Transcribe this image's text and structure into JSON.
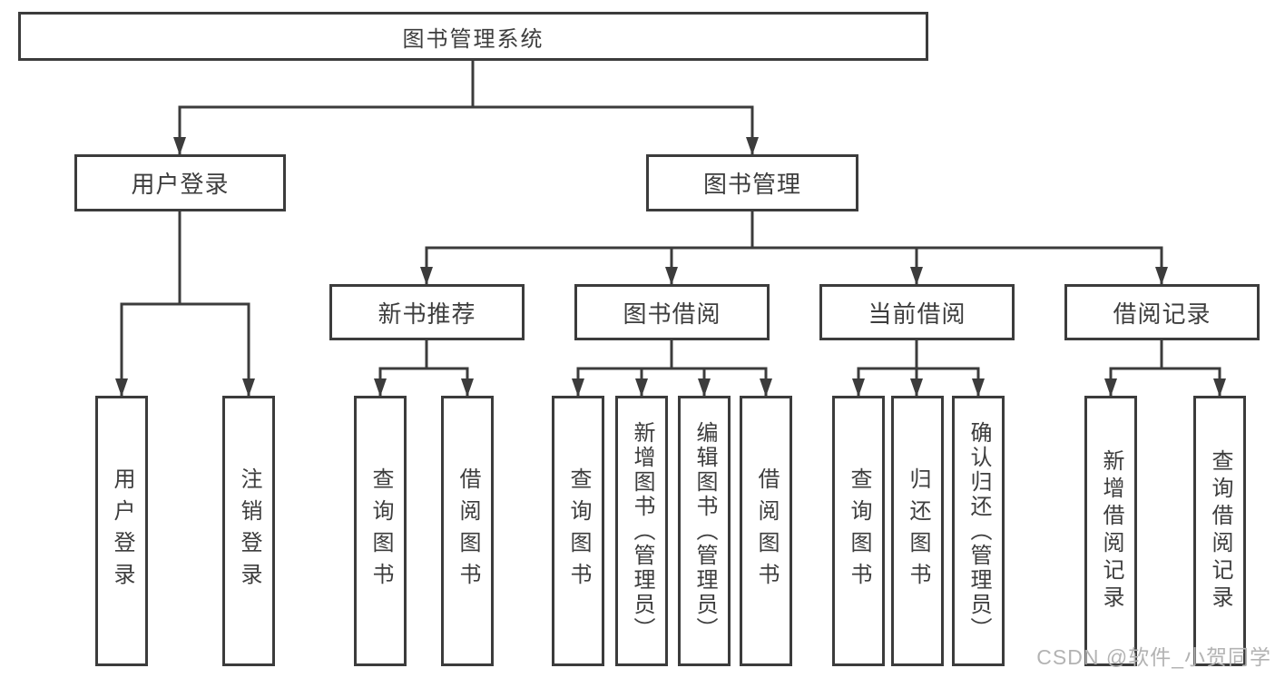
{
  "tree": {
    "root": {
      "label": "图书管理系统",
      "children": [
        {
          "label": "用户登录",
          "children": [
            {
              "label": "用户登录"
            },
            {
              "label": "注销登录"
            }
          ]
        },
        {
          "label": "图书管理",
          "children": [
            {
              "label": "新书推荐",
              "children": [
                {
                  "label": "查询图书"
                },
                {
                  "label": "借阅图书"
                }
              ]
            },
            {
              "label": "图书借阅",
              "children": [
                {
                  "label": "查询图书"
                },
                {
                  "label": "新增图书（管理员）"
                },
                {
                  "label": "编辑图书（管理员）"
                },
                {
                  "label": "借阅图书"
                }
              ]
            },
            {
              "label": "当前借阅",
              "children": [
                {
                  "label": "查询图书"
                },
                {
                  "label": "归还图书"
                },
                {
                  "label": "确认归还（管理员）"
                }
              ]
            },
            {
              "label": "借阅记录",
              "children": [
                {
                  "label": "新增借阅记录"
                },
                {
                  "label": "查询借阅记录"
                }
              ]
            }
          ]
        }
      ]
    }
  },
  "watermark": {
    "text": "CSDN @软件_小贺同学"
  },
  "colors": {
    "line": "#3c3c3c",
    "text": "#3d3d3d",
    "watermark": "#b3b3b3",
    "background": "#ffffff"
  }
}
